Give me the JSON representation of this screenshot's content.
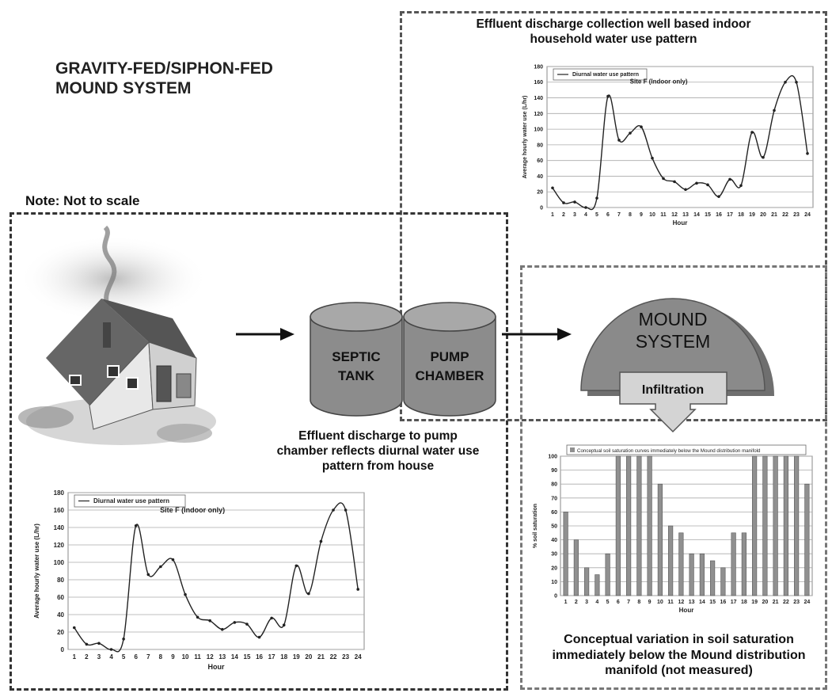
{
  "title_line1": "GRAVITY-FED/SIPHON-FED",
  "title_line2": "MOUND SYSTEM",
  "note": "Note: Not to scale",
  "caption_top_line1": "Effluent discharge collection well based indoor",
  "caption_top_line2": "household water use pattern",
  "caption_middle_line1": "Effluent discharge to pump",
  "caption_middle_line2": "chamber reflects diurnal water use",
  "caption_middle_line3": "pattern from house",
  "caption_bottom_line1": "Conceptual variation in soil saturation",
  "caption_bottom_line2": "immediately below the Mound distribution",
  "caption_bottom_line3": "manifold (not measured)",
  "septic_line1": "SEPTIC",
  "septic_line2": "TANK",
  "pump_line1": "PUMP",
  "pump_line2": "CHAMBER",
  "mound_line1": "MOUND",
  "mound_line2": "SYSTEM",
  "infiltration": "Infiltration",
  "colors": {
    "tank_fill": "#8c8c8c",
    "mound_fill": "#8a8a8a",
    "infiltration_fill": "#d4d4d4",
    "bar_fill": "#909090"
  },
  "chart_data": [
    {
      "type": "line",
      "id": "top-line-chart",
      "legend": "Diurnal water use pattern",
      "annotation": "Site F (Indoor only)",
      "ylabel": "Average hourly water use (L/hr)",
      "xlabel": "Hour",
      "x": [
        1,
        2,
        3,
        4,
        5,
        6,
        7,
        8,
        9,
        10,
        11,
        12,
        13,
        14,
        15,
        16,
        17,
        18,
        19,
        20,
        21,
        22,
        23,
        24
      ],
      "y": [
        25,
        6,
        7,
        0,
        12,
        142,
        86,
        95,
        103,
        63,
        37,
        33,
        23,
        31,
        29,
        14,
        36,
        28,
        96,
        64,
        124,
        160,
        160,
        69
      ],
      "ylim": [
        0,
        180
      ],
      "yticks": [
        0,
        20,
        40,
        60,
        80,
        100,
        120,
        140,
        160,
        180
      ],
      "grid": true,
      "legend_position": "top-left"
    },
    {
      "type": "line",
      "id": "bottom-line-chart",
      "legend": "Diurnal water use pattern",
      "annotation": "Site F (Indoor only)",
      "ylabel": "Average hourly water use (L/hr)",
      "xlabel": "Hour",
      "x": [
        1,
        2,
        3,
        4,
        5,
        6,
        7,
        8,
        9,
        10,
        11,
        12,
        13,
        14,
        15,
        16,
        17,
        18,
        19,
        20,
        21,
        22,
        23,
        24
      ],
      "y": [
        25,
        6,
        7,
        0,
        12,
        142,
        86,
        95,
        103,
        63,
        37,
        33,
        23,
        31,
        29,
        14,
        36,
        28,
        96,
        64,
        124,
        160,
        160,
        69
      ],
      "ylim": [
        0,
        180
      ],
      "yticks": [
        0,
        20,
        40,
        60,
        80,
        100,
        120,
        140,
        160,
        180
      ],
      "grid": true,
      "legend_position": "top-left"
    },
    {
      "type": "bar",
      "id": "saturation-bar-chart",
      "legend": "Conceptual soil saturation curves immediately below the Mound distribution manifold",
      "ylabel": "% soil saturation",
      "xlabel": "Hour",
      "categories": [
        "1",
        "2",
        "3",
        "4",
        "5",
        "6",
        "7",
        "8",
        "9",
        "10",
        "11",
        "12",
        "13",
        "14",
        "15",
        "16",
        "17",
        "18",
        "19",
        "20",
        "21",
        "22",
        "23",
        "24"
      ],
      "values": [
        60,
        40,
        20,
        15,
        30,
        100,
        100,
        100,
        100,
        80,
        50,
        45,
        30,
        30,
        25,
        20,
        45,
        45,
        100,
        100,
        100,
        100,
        100,
        80
      ],
      "ylim": [
        0,
        100
      ],
      "yticks": [
        0,
        10,
        20,
        30,
        40,
        50,
        60,
        70,
        80,
        90,
        100
      ],
      "grid": true,
      "legend_position": "top"
    }
  ]
}
